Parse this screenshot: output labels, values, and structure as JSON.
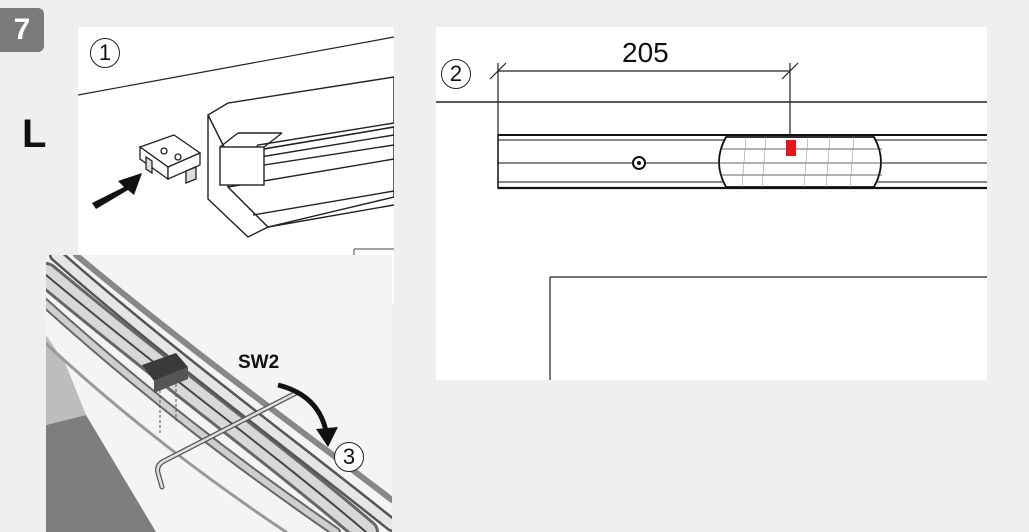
{
  "step": {
    "number": "7",
    "side_label": "L"
  },
  "panel_1": {
    "callout": "1",
    "icons": [
      "bracket-icon",
      "arrow-icon",
      "rail-profile-icon"
    ]
  },
  "panel_2": {
    "callout": "2",
    "dimension": "205",
    "marker_color": "#e8141b"
  },
  "panel_3": {
    "callout": "3",
    "wrench_size": "SW2",
    "icons": [
      "hex-key-icon",
      "rotate-arrow-icon"
    ]
  },
  "colors": {
    "background": "#efefef",
    "badge": "#7b7b7b",
    "line": "#111111"
  }
}
